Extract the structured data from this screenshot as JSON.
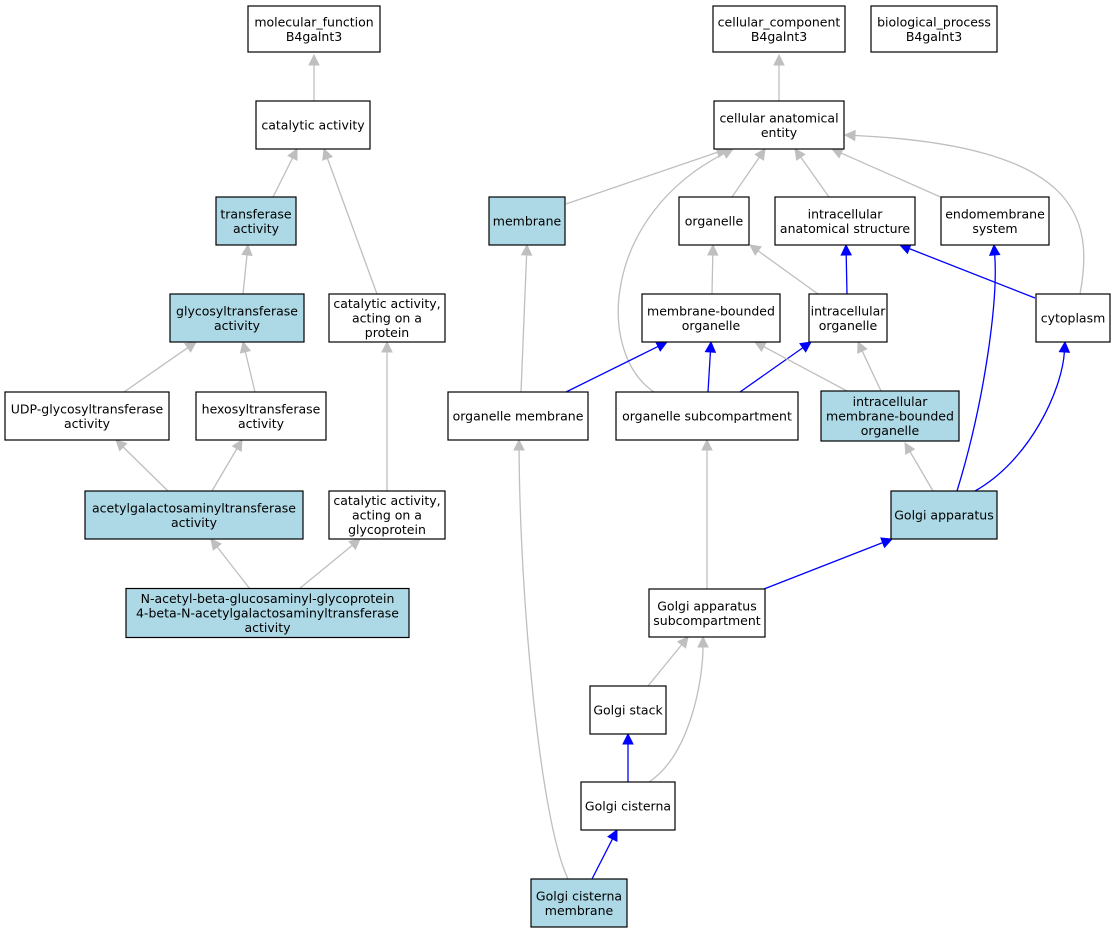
{
  "colors": {
    "highlight": "#add8e6",
    "plain": "#ffffff",
    "is_a_edge": "#bfbfbf",
    "part_of_edge": "#0000ff"
  },
  "nodes": [
    {
      "id": "mf_root",
      "lines": [
        "molecular_function",
        "B4galnt3"
      ],
      "highlight": false
    },
    {
      "id": "cc_root",
      "lines": [
        "cellular_component",
        "B4galnt3"
      ],
      "highlight": false
    },
    {
      "id": "bp_root",
      "lines": [
        "biological_process",
        "B4galnt3"
      ],
      "highlight": false
    },
    {
      "id": "catalytic",
      "lines": [
        "catalytic activity"
      ],
      "highlight": false
    },
    {
      "id": "cae",
      "lines": [
        "cellular anatomical",
        "entity"
      ],
      "highlight": false
    },
    {
      "id": "transferase",
      "lines": [
        "transferase",
        "activity"
      ],
      "highlight": true
    },
    {
      "id": "membrane",
      "lines": [
        "membrane"
      ],
      "highlight": true
    },
    {
      "id": "organelle",
      "lines": [
        "organelle"
      ],
      "highlight": false
    },
    {
      "id": "ias",
      "lines": [
        "intracellular",
        "anatomical structure"
      ],
      "highlight": false
    },
    {
      "id": "endomembrane",
      "lines": [
        "endomembrane",
        "system"
      ],
      "highlight": false
    },
    {
      "id": "glyco",
      "lines": [
        "glycosyltransferase",
        "activity"
      ],
      "highlight": true
    },
    {
      "id": "cat_protein",
      "lines": [
        "catalytic activity,",
        "acting on a",
        "protein"
      ],
      "highlight": false
    },
    {
      "id": "mbo",
      "lines": [
        "membrane-bounded",
        "organelle"
      ],
      "highlight": false
    },
    {
      "id": "intra_org",
      "lines": [
        "intracellular",
        "organelle"
      ],
      "highlight": false
    },
    {
      "id": "cytoplasm",
      "lines": [
        "cytoplasm"
      ],
      "highlight": false
    },
    {
      "id": "udp",
      "lines": [
        "UDP-glycosyltransferase",
        "activity"
      ],
      "highlight": false
    },
    {
      "id": "hexosyl",
      "lines": [
        "hexosyltransferase",
        "activity"
      ],
      "highlight": false
    },
    {
      "id": "org_membrane",
      "lines": [
        "organelle membrane"
      ],
      "highlight": false
    },
    {
      "id": "org_subcomp",
      "lines": [
        "organelle subcompartment"
      ],
      "highlight": false
    },
    {
      "id": "imbo",
      "lines": [
        "intracellular",
        "membrane-bounded",
        "organelle"
      ],
      "highlight": true
    },
    {
      "id": "acetylgal",
      "lines": [
        "acetylgalactosaminyltransferase",
        "activity"
      ],
      "highlight": true
    },
    {
      "id": "cat_glycoprotein",
      "lines": [
        "catalytic activity,",
        "acting on a",
        "glycoprotein"
      ],
      "highlight": false
    },
    {
      "id": "golgi",
      "lines": [
        "Golgi apparatus"
      ],
      "highlight": true
    },
    {
      "id": "nacetyl",
      "lines": [
        "N-acetyl-beta-glucosaminyl-glycoprotein",
        "4-beta-N-acetylgalactosaminyltransferase",
        "activity"
      ],
      "highlight": true
    },
    {
      "id": "golgi_subcomp",
      "lines": [
        "Golgi apparatus",
        "subcompartment"
      ],
      "highlight": false
    },
    {
      "id": "golgi_stack",
      "lines": [
        "Golgi stack"
      ],
      "highlight": false
    },
    {
      "id": "golgi_cisterna",
      "lines": [
        "Golgi cisterna"
      ],
      "highlight": false
    },
    {
      "id": "golgi_cm",
      "lines": [
        "Golgi cisterna",
        "membrane"
      ],
      "highlight": true
    }
  ],
  "edges": [
    {
      "from": "catalytic",
      "to": "mf_root",
      "type": "is_a"
    },
    {
      "from": "transferase",
      "to": "catalytic",
      "type": "is_a"
    },
    {
      "from": "cat_protein",
      "to": "catalytic",
      "type": "is_a"
    },
    {
      "from": "glyco",
      "to": "transferase",
      "type": "is_a"
    },
    {
      "from": "udp",
      "to": "glyco",
      "type": "is_a"
    },
    {
      "from": "hexosyl",
      "to": "glyco",
      "type": "is_a"
    },
    {
      "from": "acetylgal",
      "to": "udp",
      "type": "is_a"
    },
    {
      "from": "acetylgal",
      "to": "hexosyl",
      "type": "is_a"
    },
    {
      "from": "cat_glycoprotein",
      "to": "cat_protein",
      "type": "is_a"
    },
    {
      "from": "nacetyl",
      "to": "acetylgal",
      "type": "is_a"
    },
    {
      "from": "nacetyl",
      "to": "cat_glycoprotein",
      "type": "is_a"
    },
    {
      "from": "cae",
      "to": "cc_root",
      "type": "is_a"
    },
    {
      "from": "membrane",
      "to": "cae",
      "type": "is_a"
    },
    {
      "from": "organelle",
      "to": "cae",
      "type": "is_a"
    },
    {
      "from": "ias",
      "to": "cae",
      "type": "is_a"
    },
    {
      "from": "endomembrane",
      "to": "cae",
      "type": "is_a"
    },
    {
      "from": "org_subcomp",
      "to": "cae",
      "type": "is_a"
    },
    {
      "from": "cytoplasm",
      "to": "cae",
      "type": "is_a"
    },
    {
      "from": "mbo",
      "to": "organelle",
      "type": "is_a"
    },
    {
      "from": "intra_org",
      "to": "organelle",
      "type": "is_a"
    },
    {
      "from": "intra_org",
      "to": "ias",
      "type": "part_of"
    },
    {
      "from": "cytoplasm",
      "to": "ias",
      "type": "part_of"
    },
    {
      "from": "org_membrane",
      "to": "membrane",
      "type": "is_a"
    },
    {
      "from": "org_membrane",
      "to": "mbo",
      "type": "part_of"
    },
    {
      "from": "org_subcomp",
      "to": "mbo",
      "type": "part_of"
    },
    {
      "from": "org_subcomp",
      "to": "intra_org",
      "type": "part_of"
    },
    {
      "from": "imbo",
      "to": "mbo",
      "type": "is_a"
    },
    {
      "from": "imbo",
      "to": "intra_org",
      "type": "is_a"
    },
    {
      "from": "golgi",
      "to": "imbo",
      "type": "is_a"
    },
    {
      "from": "golgi",
      "to": "endomembrane",
      "type": "part_of"
    },
    {
      "from": "golgi",
      "to": "cytoplasm",
      "type": "part_of"
    },
    {
      "from": "golgi_subcomp",
      "to": "org_subcomp",
      "type": "is_a"
    },
    {
      "from": "golgi_subcomp",
      "to": "golgi",
      "type": "part_of"
    },
    {
      "from": "golgi_stack",
      "to": "golgi_subcomp",
      "type": "is_a"
    },
    {
      "from": "golgi_cisterna",
      "to": "golgi_subcomp",
      "type": "is_a"
    },
    {
      "from": "golgi_cisterna",
      "to": "golgi_stack",
      "type": "part_of"
    },
    {
      "from": "golgi_cm",
      "to": "golgi_cisterna",
      "type": "part_of"
    },
    {
      "from": "golgi_cm",
      "to": "org_membrane",
      "type": "is_a"
    }
  ]
}
